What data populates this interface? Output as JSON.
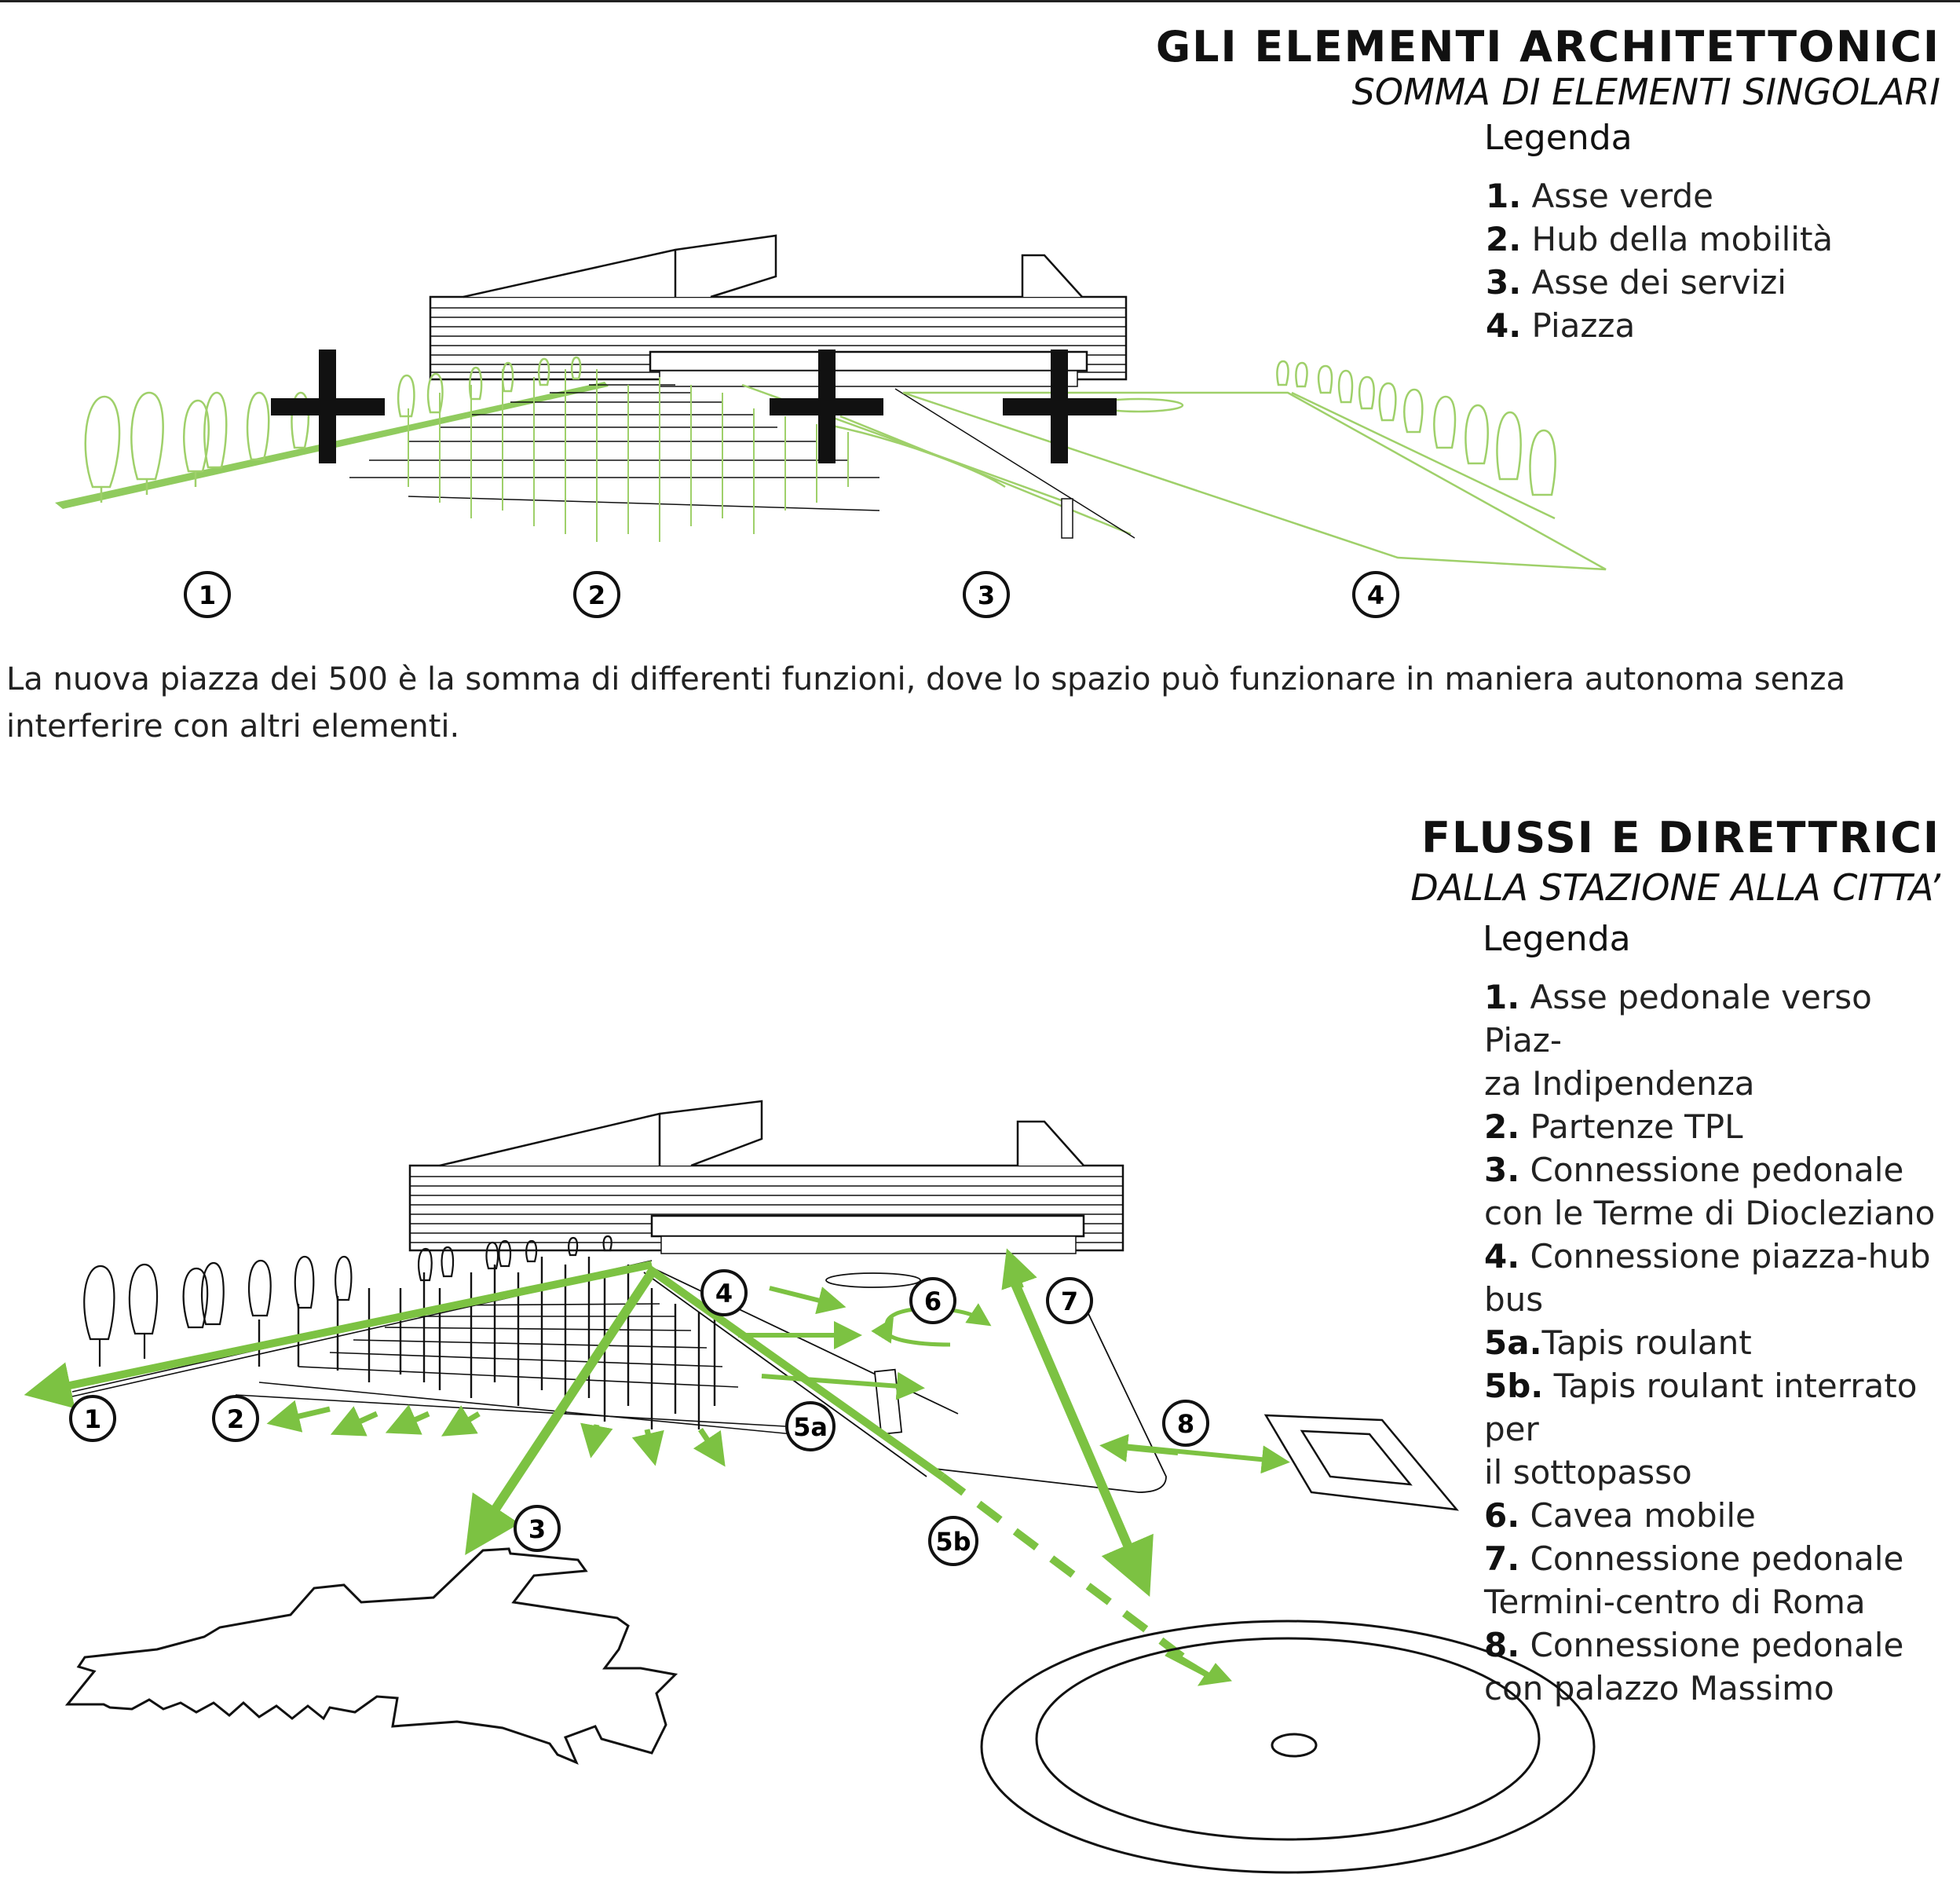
{
  "section1": {
    "title": "GLI ELEMENTI ARCHITETTONICI",
    "subtitle": "SOMMA DI ELEMENTI SINGOLARI",
    "legend_title": "Legenda",
    "legend": [
      {
        "num": "1.",
        "text": "Asse verde"
      },
      {
        "num": "2.",
        "text": "Hub della mobilità"
      },
      {
        "num": "3.",
        "text": "Asse dei servizi"
      },
      {
        "num": "4.",
        "text": "Piazza"
      }
    ],
    "markers": [
      "1",
      "2",
      "3",
      "4"
    ]
  },
  "paragraph": "La nuova piazza dei 500 è la somma di differenti funzioni, dove lo spazio può funzionare in maniera autonoma senza interferire con altri elementi.",
  "section2": {
    "title": "FLUSSI E DIRETTRICI",
    "subtitle": "DALLA STAZIONE ALLA CITTA’",
    "legend_title": "Legenda",
    "legend": [
      {
        "num": "1.",
        "text": " Asse pedonale verso Piaz-"
      },
      {
        "num": "",
        "text": "za Indipendenza"
      },
      {
        "num": "2.",
        "text": " Partenze TPL"
      },
      {
        "num": "3.",
        "text": " Connessione pedonale"
      },
      {
        "num": "",
        "text": "con le Terme di Diocleziano"
      },
      {
        "num": "4.",
        "text": " Connessione piazza-hub"
      },
      {
        "num": "",
        "text": "bus"
      },
      {
        "num": "5a.",
        "text": "Tapis roulant"
      },
      {
        "num": "5b.",
        "text": " Tapis roulant interrato per"
      },
      {
        "num": "",
        "text": "il sottopasso"
      },
      {
        "num": "6.",
        "text": " Cavea mobile"
      },
      {
        "num": "7.",
        "text": " Connessione pedonale"
      },
      {
        "num": "",
        "text": "Termini-centro di Roma"
      },
      {
        "num": "8.",
        "text": " Connessione pedonale"
      },
      {
        "num": "",
        "text": "con palazzo Massimo"
      }
    ],
    "markers": [
      "1",
      "2",
      "3",
      "4",
      "5a",
      "5b",
      "6",
      "7",
      "8"
    ]
  },
  "colors": {
    "accent_green": "#7cc242",
    "line_green": "#9fd06a",
    "ink": "#111111"
  }
}
